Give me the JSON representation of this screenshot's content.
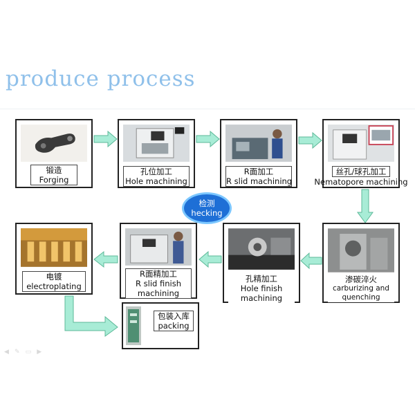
{
  "title": "produce process",
  "colors": {
    "title": "#8fc0ea",
    "arrow": "#a8ecd6",
    "arrow_stroke": "#5cb898",
    "check_fill": "#1e6fd6",
    "check_ring": "#7cc7ff"
  },
  "steps": {
    "forging": {
      "zh": "锻造",
      "en": "Forging"
    },
    "hole_mach": {
      "zh": "孔位加工",
      "en": "Hole machining"
    },
    "r_slid": {
      "zh": "R面加工",
      "en": "R slid machining"
    },
    "nematopore": {
      "zh": "丝孔/球孔加工",
      "en": "Nematopore machining"
    },
    "carburizing": {
      "zh": "渗碳淬火",
      "en1": "carburizing and",
      "en2": "quenching"
    },
    "hole_finish": {
      "zh": "孔精加工",
      "en1": "Hole finish",
      "en2": "machining"
    },
    "r_finish": {
      "zh": "R面精加工",
      "en1": "R slid finish",
      "en2": "machining"
    },
    "electroplating": {
      "zh": "电镀",
      "en": "electroplating"
    },
    "packing": {
      "zh": "包装入库",
      "en": "packing"
    }
  },
  "checking": {
    "zh": "检测",
    "en": "hecking"
  },
  "controls": [
    "◀",
    "✎",
    "▭",
    "▶"
  ]
}
